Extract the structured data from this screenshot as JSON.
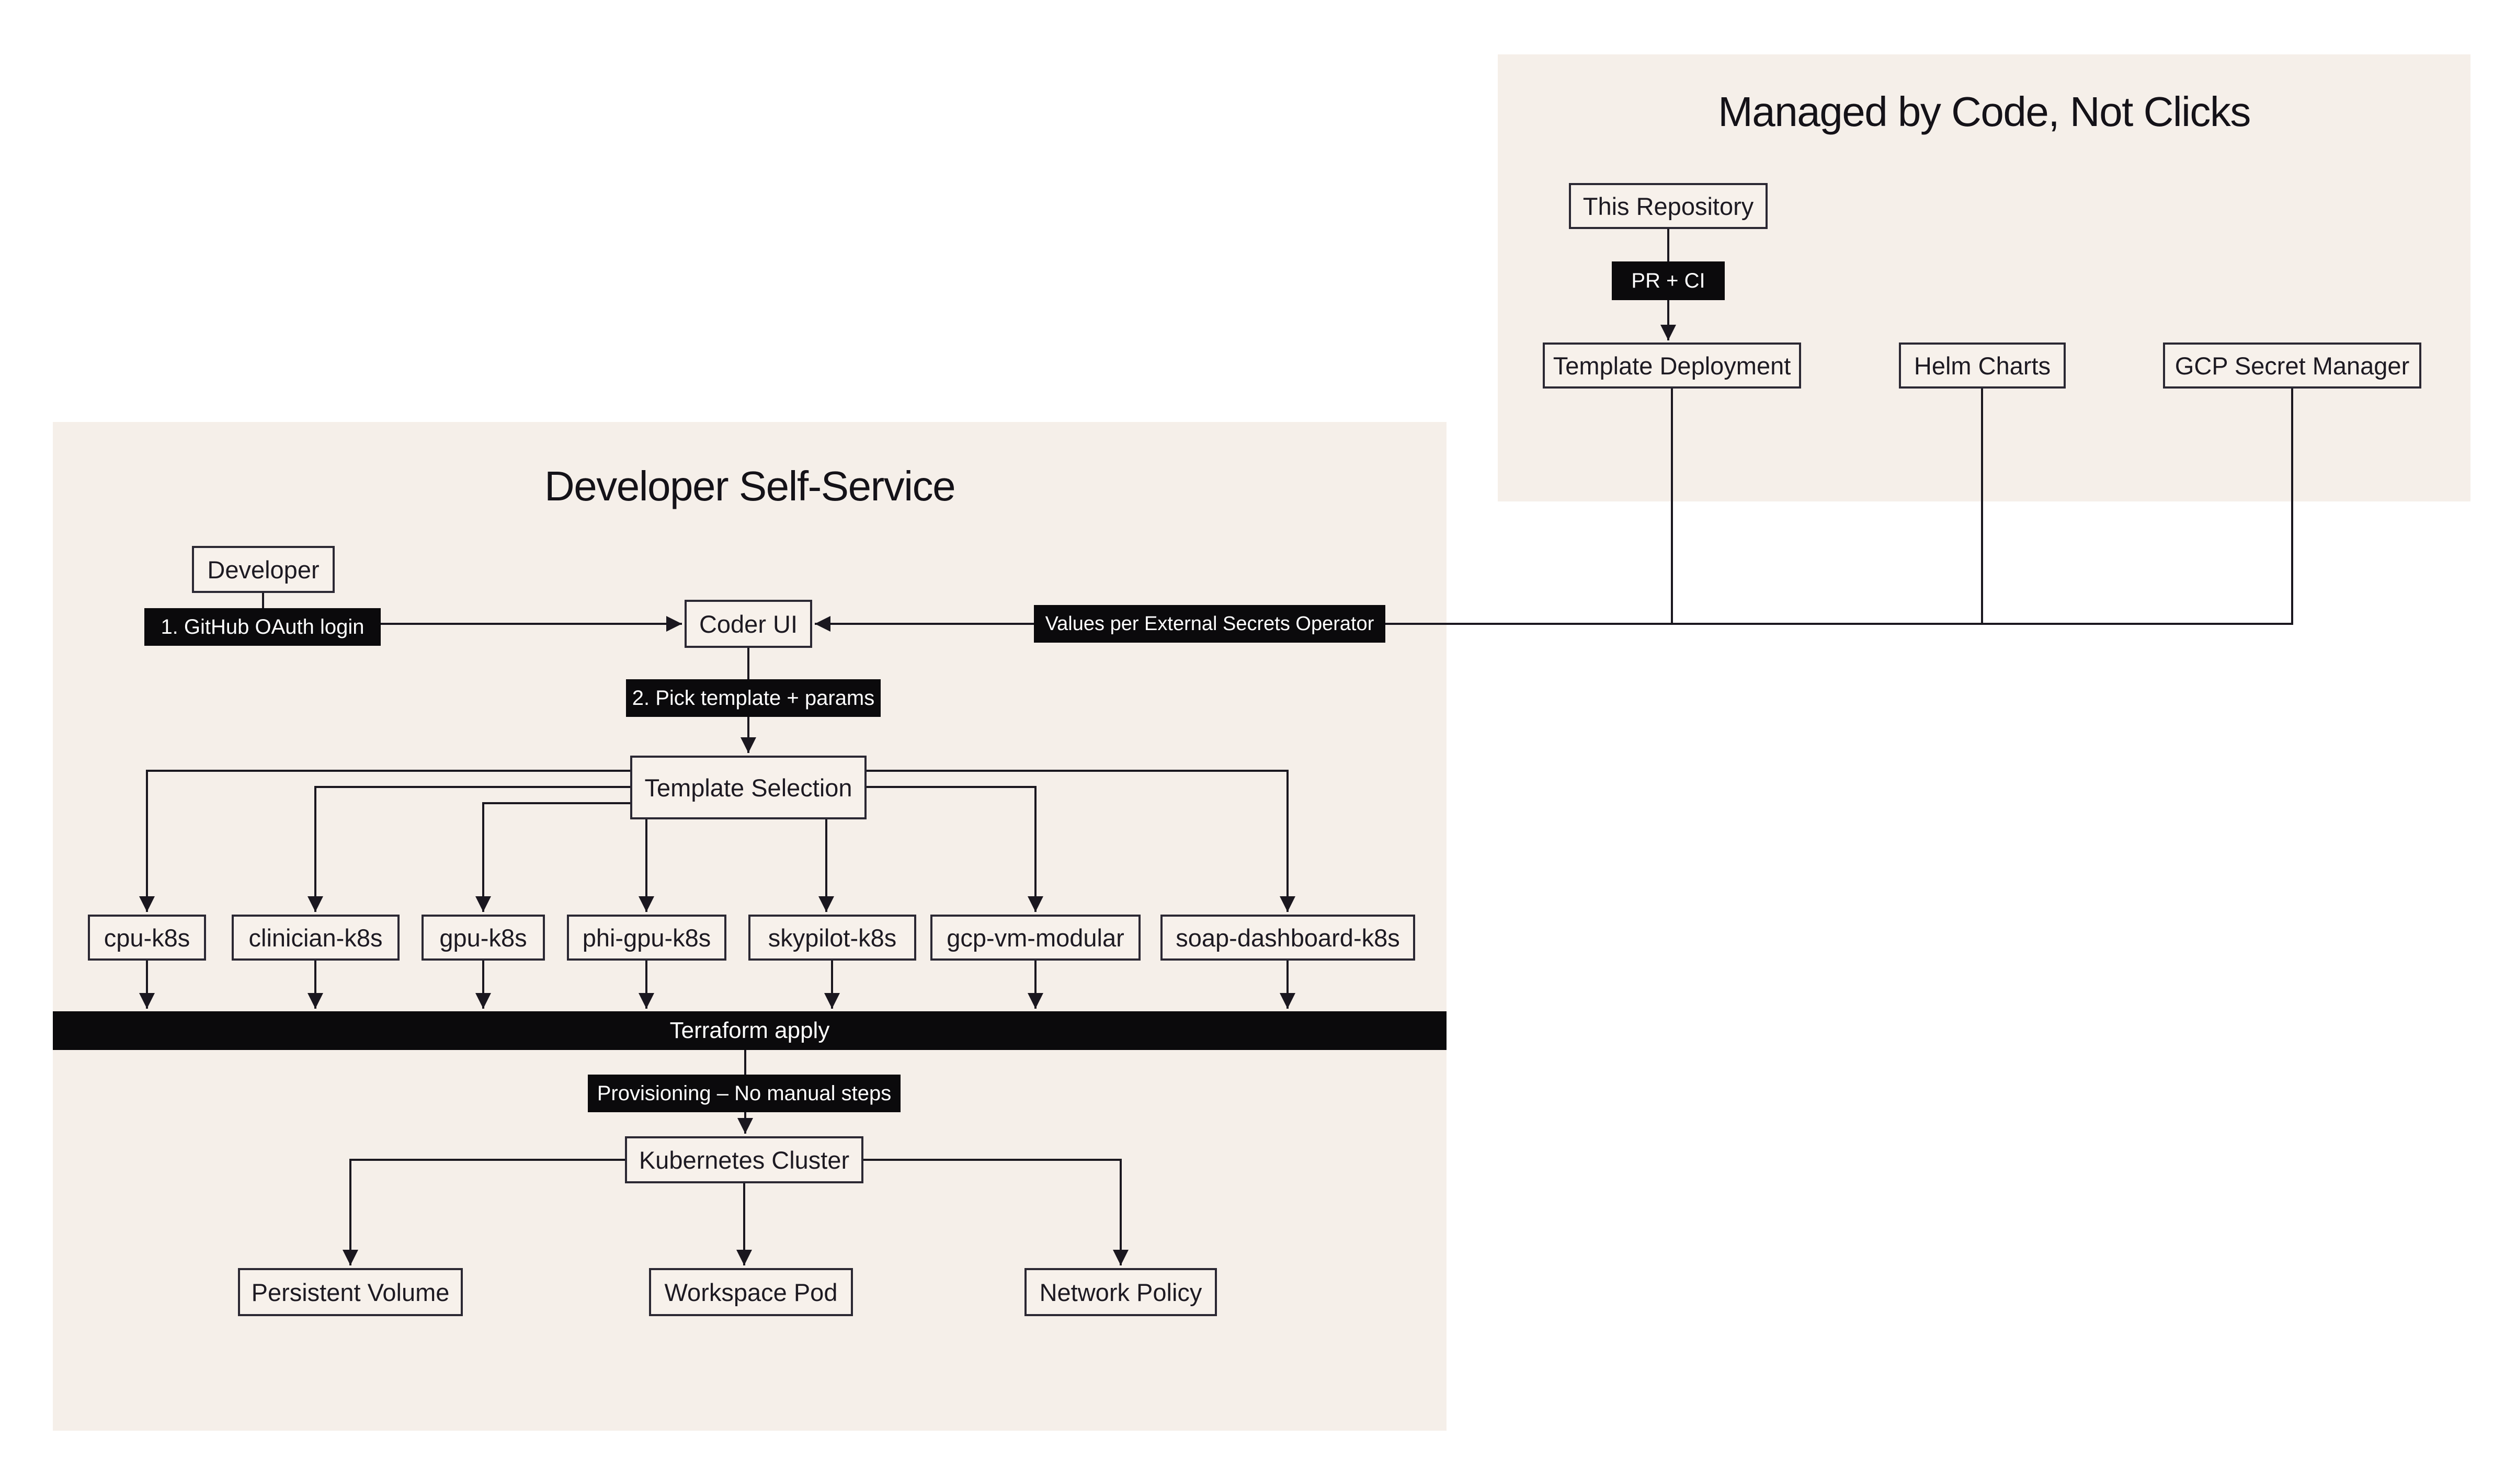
{
  "panels": {
    "self_service": {
      "title": "Developer Self-Service"
    },
    "managed": {
      "title": "Managed by Code, Not Clicks"
    }
  },
  "nodes": {
    "this_repository": "This Repository",
    "template_deployment": "Template Deployment",
    "helm_charts": "Helm Charts",
    "gcp_secret_manager": "GCP Secret Manager",
    "developer": "Developer",
    "coder_ui": "Coder UI",
    "template_selection": "Template Selection",
    "cpu_k8s": "cpu-k8s",
    "clinician_k8s": "clinician-k8s",
    "gpu_k8s": "gpu-k8s",
    "phi_gpu_k8s": "phi-gpu-k8s",
    "skypilot_k8s": "skypilot-k8s",
    "gcp_vm_modular": "gcp-vm-modular",
    "soap_dashboard_k8s": "soap-dashboard-k8s",
    "kubernetes_cluster": "Kubernetes Cluster",
    "persistent_volume": "Persistent Volume",
    "workspace_pod": "Workspace Pod",
    "network_policy": "Network Policy"
  },
  "edge_labels": {
    "pr_ci": "PR + CI",
    "github_oauth_login": "1. GitHub OAuth login",
    "values_per_eso": "Values per External Secrets Operator",
    "pick_template_params": "2. Pick template + params",
    "terraform_apply": "Terraform apply",
    "provisioning_no_manual_steps": "Provisioning – No manual steps"
  },
  "colors": {
    "page_bg": "#ffffff",
    "panel_bg": "#f5efe9",
    "node_bg": "#f7f1eb",
    "node_border": "#2b2833",
    "edge_line": "#1a171f",
    "edge_label_bg": "#0b0a0c",
    "edge_label_text": "#ffffff",
    "node_text": "#1d1a22"
  }
}
